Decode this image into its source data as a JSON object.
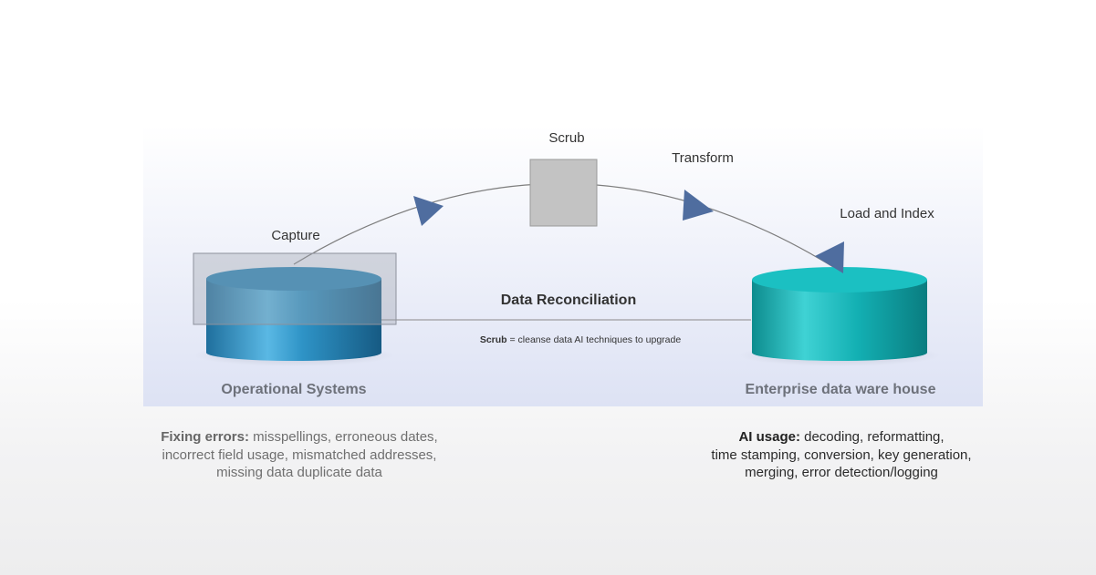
{
  "diagram": {
    "steps": {
      "capture": "Capture",
      "scrub": "Scrub",
      "transform": "Transform",
      "load": "Load and Index"
    },
    "reconciliation": {
      "title": "Data Reconciliation",
      "note_bold": "Scrub",
      "note_rest": " = cleanse data AI techniques to upgrade"
    },
    "source": {
      "label": "Operational Systems"
    },
    "target": {
      "label": "Enterprise data ware house"
    }
  },
  "notes": {
    "left": {
      "bold": "Fixing errors:",
      "line1": " misspellings, erroneous dates,",
      "line2": "incorrect field usage, mismatched addresses,",
      "line3": "missing data duplicate data"
    },
    "right": {
      "bold": "AI usage:",
      "line1": " decoding, reformatting,",
      "line2": "time stamping, conversion, key generation,",
      "line3": "merging, error detection/logging"
    }
  },
  "colors": {
    "source_cylinder": "#2f94c4",
    "target_cylinder": "#17b2b4",
    "arrow": "#4f6d9f",
    "scrub_box": "#c3c3c3",
    "panel_bottom": "#dde2f4"
  }
}
